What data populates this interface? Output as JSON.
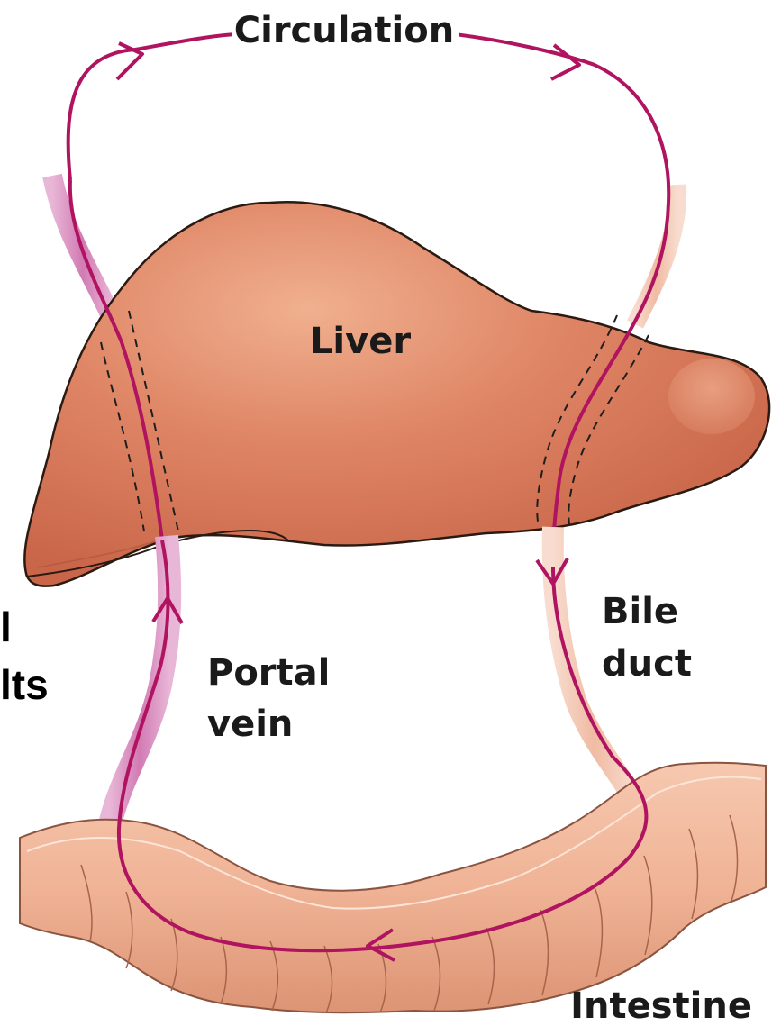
{
  "labels": {
    "circulation": "Circulation",
    "liver": "Liver",
    "bile_line1": "Bile",
    "bile_line2": "duct",
    "portal_line1": "Portal",
    "portal_line2": "vein",
    "intestine": "Intestine"
  },
  "cropped_edge_text": {
    "line1": "l",
    "line2": "lts"
  },
  "colors": {
    "pathway": "#b0135f",
    "liver_fill": "#d87a5c",
    "liver_highlight": "#eda98a",
    "intestine_fill": "#efb295",
    "portal_vein": "#e4a0cc",
    "bile_duct": "#f3c3ad"
  }
}
